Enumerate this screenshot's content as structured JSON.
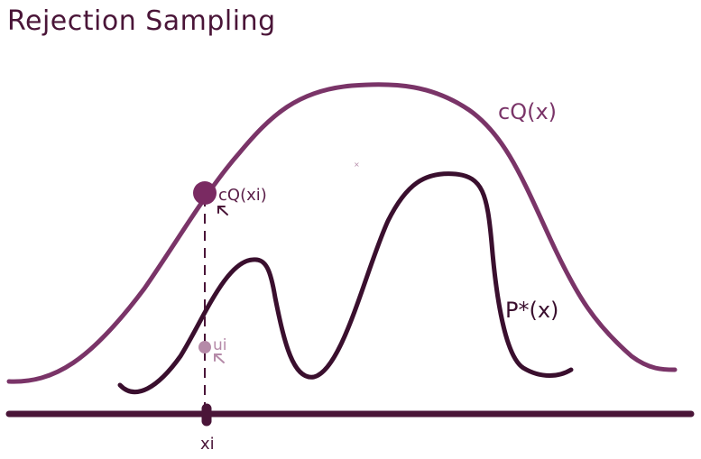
{
  "title": "Rejection Sampling",
  "labels": {
    "proposal": "cQ(x)",
    "target": "P*(x)",
    "proposal_at_sample": "cQ(xi)",
    "uniform_sample": "ui",
    "sample_point": "xi"
  },
  "colors": {
    "proposal_curve": "#7a3468",
    "target_curve": "#3a0f2e",
    "axis": "#4a1538",
    "sample_dot": "#7a2a62",
    "uniform_dot": "#b58aa8",
    "title": "#4a1538"
  }
}
